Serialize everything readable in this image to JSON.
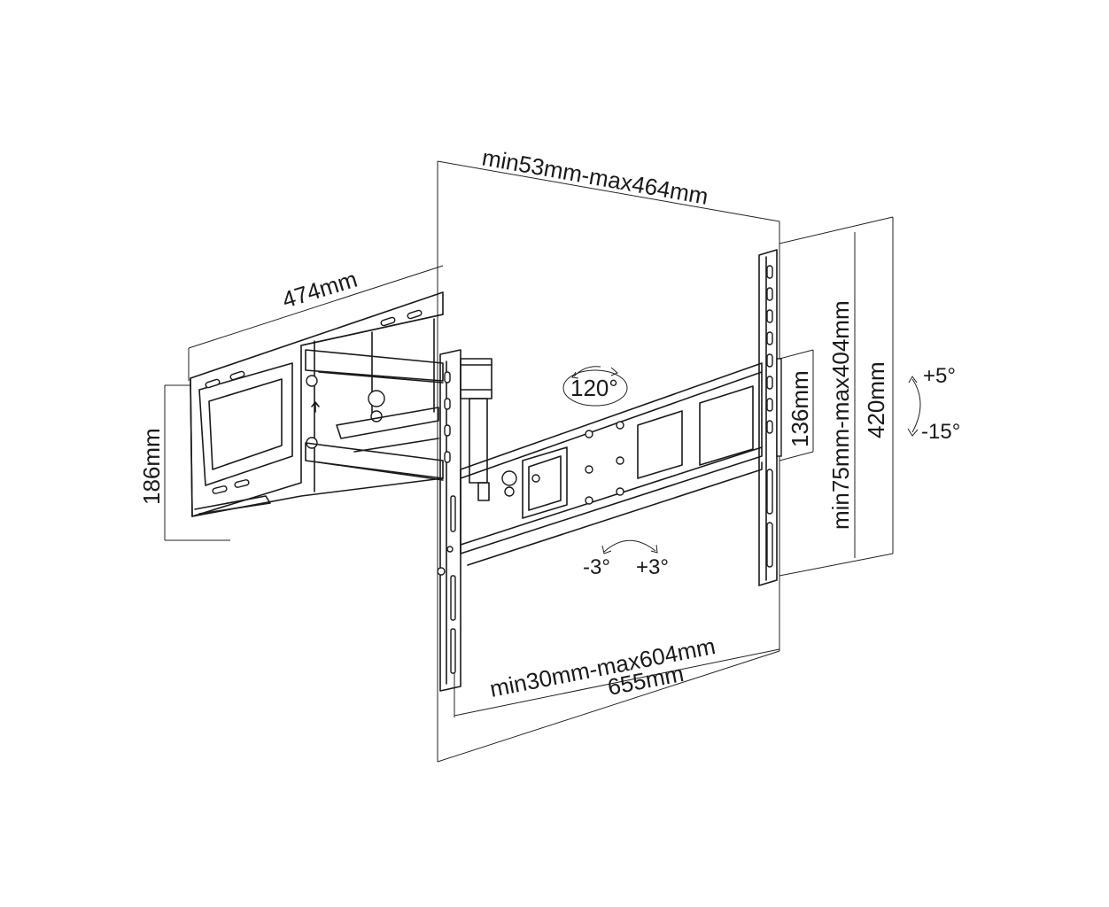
{
  "dimensions": {
    "depth_range": "min53mm-max464mm",
    "wall_plate_width": "474mm",
    "wall_plate_height": "186mm",
    "vesa_horizontal": "min30mm-max604mm",
    "overall_width": "655mm",
    "vesa_vertical": "min75mm-max404mm",
    "overall_height": "420mm",
    "bracket_spacing": "136mm"
  },
  "angles": {
    "swivel": "120°",
    "tilt_up": "+5°",
    "tilt_down": "-15°",
    "rotate_left": "-3°",
    "rotate_right": "+3°"
  },
  "colors": {
    "line": "#1a1a1a",
    "background": "#ffffff"
  }
}
